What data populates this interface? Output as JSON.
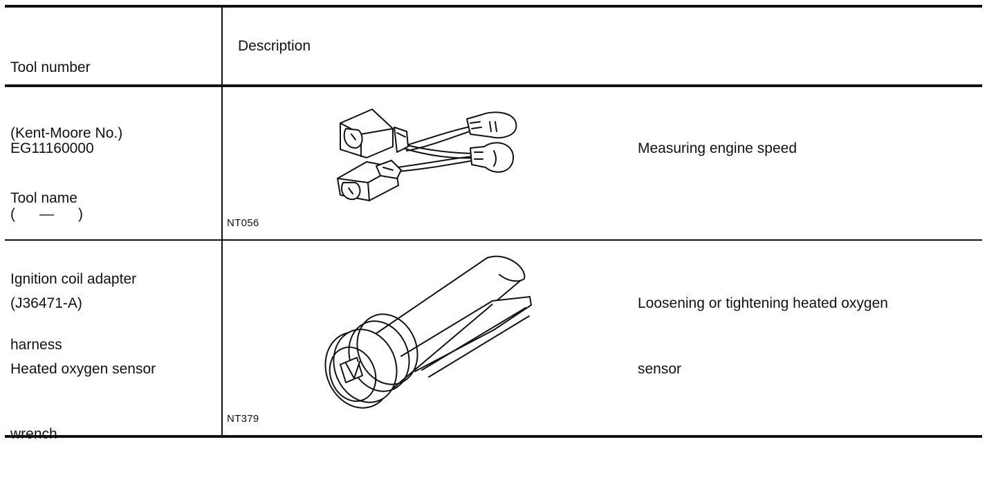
{
  "header": {
    "col1_lines": [
      "Tool number",
      "(Kent-Moore No.)",
      "Tool name"
    ],
    "col2": "Description"
  },
  "rows": [
    {
      "tool_lines": [
        "EG11160000",
        "(      —      )",
        "Ignition coil adapter",
        "harness"
      ],
      "figure_label": "NT056",
      "figure_icon": "ignition-coil-adapter-harness-illustration",
      "description_lines": [
        "Measuring engine speed"
      ]
    },
    {
      "tool_lines": [
        "(J36471-A)",
        "Heated oxygen sensor",
        "wrench"
      ],
      "figure_label": "NT379",
      "figure_icon": "heated-oxygen-sensor-wrench-illustration",
      "description_lines": [
        "Loosening or tightening heated oxygen",
        "sensor"
      ]
    }
  ]
}
